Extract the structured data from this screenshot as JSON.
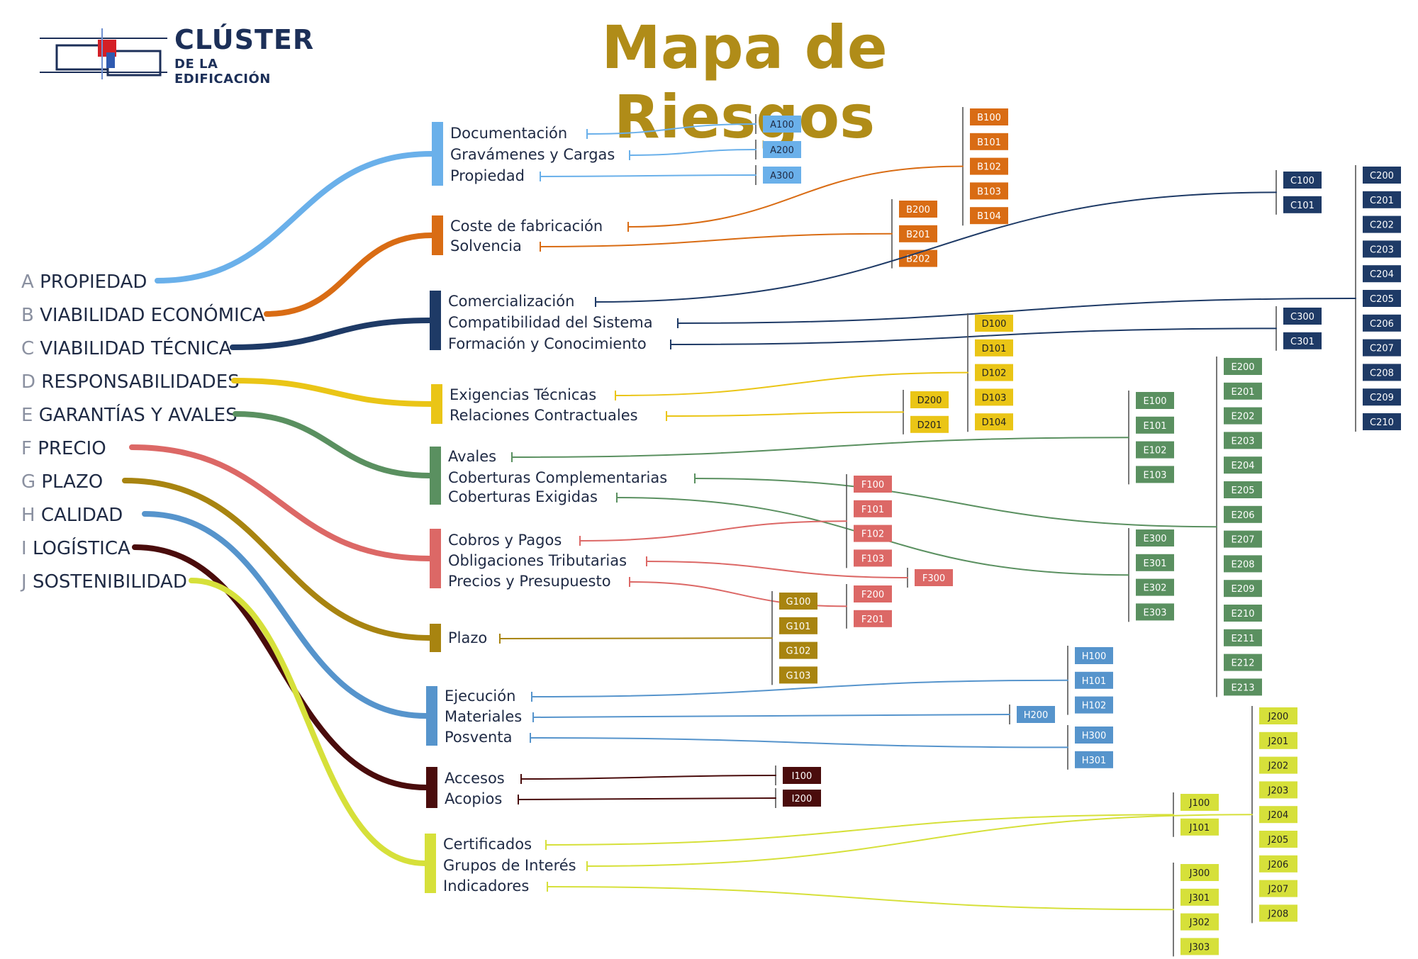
{
  "title": "Mapa de Riesgos",
  "logo": {
    "line1": "CLÚSTER",
    "line2": "DE LA EDIFICACIÓN"
  },
  "categories": [
    {
      "letter": "A",
      "name": "PROPIEDAD",
      "color": "#6ab0ea",
      "subs": [
        {
          "label": "Documentación",
          "groups": [
            0
          ]
        },
        {
          "label": "Gravámenes y Cargas",
          "groups": [
            1
          ]
        },
        {
          "label": "Propiedad",
          "groups": [
            2
          ]
        }
      ],
      "groups": [
        {
          "codes": [
            "A100"
          ]
        },
        {
          "codes": [
            "A200"
          ]
        },
        {
          "codes": [
            "A300"
          ]
        }
      ]
    },
    {
      "letter": "B",
      "name": "VIABILIDAD ECONÓMICA",
      "color": "#d96c14",
      "subs": [
        {
          "label": "Coste de fabricación",
          "groups": [
            0
          ]
        },
        {
          "label": "Solvencia",
          "groups": [
            1
          ]
        }
      ],
      "groups": [
        {
          "codes": [
            "B100",
            "B101",
            "B102",
            "B103",
            "B104"
          ]
        },
        {
          "codes": [
            "B200",
            "B201",
            "B202"
          ]
        }
      ]
    },
    {
      "letter": "C",
      "name": "VIABILIDAD TÉCNICA",
      "color": "#1e3a66",
      "subs": [
        {
          "label": "Comercialización",
          "groups": [
            0
          ]
        },
        {
          "label": "Compatibilidad del Sistema",
          "groups": [
            1
          ]
        },
        {
          "label": "Formación y Conocimiento",
          "groups": [
            2
          ]
        }
      ],
      "groups": [
        {
          "codes": [
            "C100",
            "C101"
          ]
        },
        {
          "codes": [
            "C200",
            "C201",
            "C202",
            "C203",
            "C204",
            "C205",
            "C206",
            "C207",
            "C208",
            "C209",
            "C210"
          ]
        },
        {
          "codes": [
            "C300",
            "C301"
          ]
        }
      ]
    },
    {
      "letter": "D",
      "name": "RESPONSABILIDADES",
      "color": "#eac516",
      "subs": [
        {
          "label": "Exigencias Técnicas",
          "groups": [
            0
          ]
        },
        {
          "label": "Relaciones Contractuales",
          "groups": [
            1
          ]
        }
      ],
      "groups": [
        {
          "codes": [
            "D100",
            "D101",
            "D102",
            "D103",
            "D104"
          ]
        },
        {
          "codes": [
            "D200",
            "D201"
          ]
        }
      ]
    },
    {
      "letter": "E",
      "name": "GARANTÍAS Y AVALES",
      "color": "#5a9060",
      "subs": [
        {
          "label": "Avales",
          "groups": [
            0
          ]
        },
        {
          "label": "Coberturas Complementarias",
          "groups": [
            1
          ]
        },
        {
          "label": "Coberturas Exigidas",
          "groups": [
            2
          ]
        }
      ],
      "groups": [
        {
          "codes": [
            "E100",
            "E101",
            "E102",
            "E103"
          ]
        },
        {
          "codes": [
            "E200",
            "E201",
            "E202",
            "E203",
            "E204",
            "E205",
            "E206",
            "E207",
            "E208",
            "E209",
            "E210",
            "E211",
            "E212",
            "E213"
          ]
        },
        {
          "codes": [
            "E300",
            "E301",
            "E302",
            "E303"
          ]
        }
      ]
    },
    {
      "letter": "F",
      "name": "PRECIO",
      "color": "#dc6866",
      "subs": [
        {
          "label": "Cobros y Pagos",
          "groups": [
            0
          ]
        },
        {
          "label": "Obligaciones Tributarias",
          "groups": [
            2
          ]
        },
        {
          "label": "Precios y Presupuesto",
          "groups": [
            1
          ]
        }
      ],
      "groups": [
        {
          "codes": [
            "F100",
            "F101",
            "F102",
            "F103"
          ]
        },
        {
          "codes": [
            "F200",
            "F201"
          ]
        },
        {
          "codes": [
            "F300"
          ]
        }
      ]
    },
    {
      "letter": "G",
      "name": "PLAZO",
      "color": "#a88410",
      "subs": [
        {
          "label": "Plazo",
          "groups": [
            0
          ]
        }
      ],
      "groups": [
        {
          "codes": [
            "G100",
            "G101",
            "G102",
            "G103"
          ]
        }
      ]
    },
    {
      "letter": "H",
      "name": "CALIDAD",
      "color": "#5694cc",
      "subs": [
        {
          "label": "Ejecución",
          "groups": [
            0
          ]
        },
        {
          "label": "Materiales",
          "groups": [
            1
          ]
        },
        {
          "label": "Posventa",
          "groups": [
            2
          ]
        }
      ],
      "groups": [
        {
          "codes": [
            "H100",
            "H101",
            "H102"
          ]
        },
        {
          "codes": [
            "H200"
          ]
        },
        {
          "codes": [
            "H300",
            "H301"
          ]
        }
      ]
    },
    {
      "letter": "I",
      "name": "LOGÍSTICA",
      "color": "#4a0c0c",
      "subs": [
        {
          "label": "Accesos",
          "groups": [
            0
          ]
        },
        {
          "label": "Acopios",
          "groups": [
            1
          ]
        }
      ],
      "groups": [
        {
          "codes": [
            "I100"
          ]
        },
        {
          "codes": [
            "I200"
          ]
        }
      ]
    },
    {
      "letter": "J",
      "name": "SOSTENIBILIDAD",
      "color": "#d6e03a",
      "subs": [
        {
          "label": "Certificados",
          "groups": [
            0
          ]
        },
        {
          "label": "Grupos de Interés",
          "groups": [
            1
          ]
        },
        {
          "label": "Indicadores",
          "groups": [
            2
          ]
        }
      ],
      "groups": [
        {
          "codes": [
            "J100",
            "J101"
          ]
        },
        {
          "codes": [
            "J200",
            "J201",
            "J202",
            "J203",
            "J204",
            "J205",
            "J206",
            "J207",
            "J208"
          ]
        },
        {
          "codes": [
            "J300",
            "J301",
            "J302",
            "J303"
          ]
        }
      ]
    }
  ]
}
